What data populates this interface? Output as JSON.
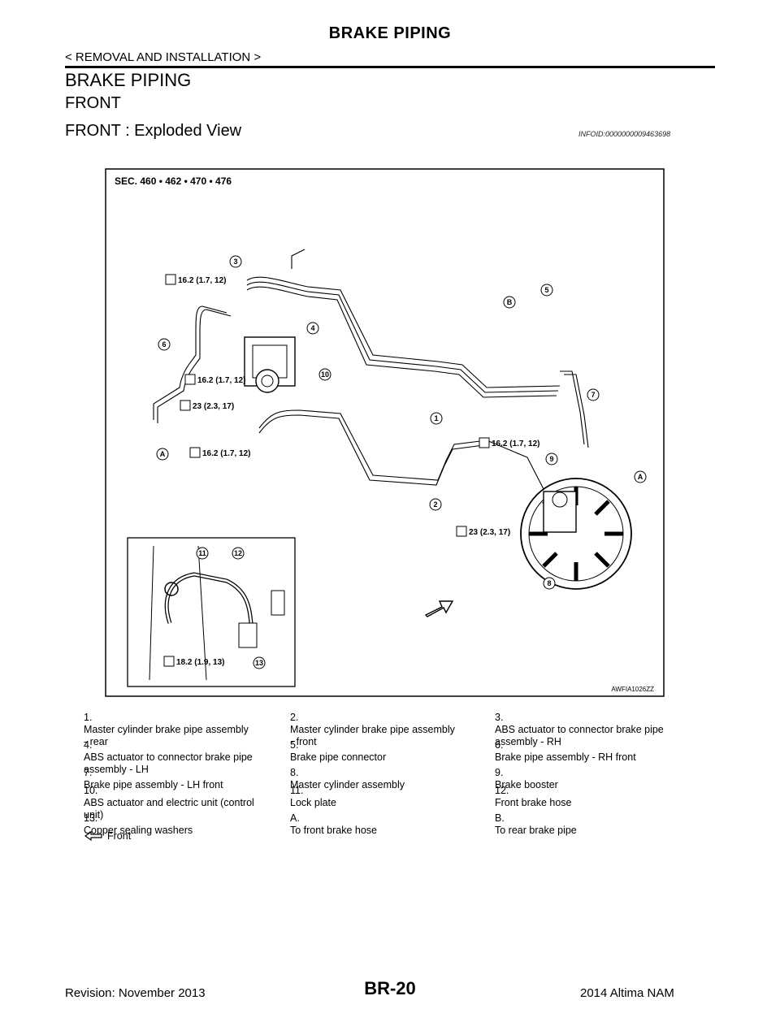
{
  "header": {
    "title": "BRAKE PIPING",
    "breadcrumb": "< REMOVAL AND INSTALLATION >"
  },
  "headings": {
    "h1": "BRAKE PIPING",
    "h2": "FRONT",
    "h3": "FRONT : Exploded View",
    "infoid": "INFOID:0000000009463698"
  },
  "figure": {
    "section": "SEC. 460 • 462 • 470 • 476",
    "code": "AWFIA1026ZZ",
    "torques": {
      "t1": "16.2 (1.7, 12)",
      "t2": "16.2 (1.7, 12)",
      "t3": "23 (2.3, 17)",
      "t4": "16.2 (1.7, 12)",
      "t5": "16.2 (1.7, 12)",
      "t6": "23 (2.3, 17)",
      "t7": "18.2 (1.9, 13)"
    },
    "callouts": [
      "1",
      "2",
      "3",
      "4",
      "5",
      "6",
      "7",
      "8",
      "9",
      "10",
      "11",
      "12",
      "13",
      "A",
      "A",
      "B"
    ]
  },
  "legend": [
    {
      "num": "1.",
      "text": "Master cylinder brake pipe assembly - rear"
    },
    {
      "num": "2.",
      "text": "Master cylinder brake pipe assembly - front"
    },
    {
      "num": "3.",
      "text": "ABS actuator to connector brake pipe assembly - RH"
    },
    {
      "num": "4.",
      "text": "ABS actuator to connector brake pipe assembly - LH"
    },
    {
      "num": "5.",
      "text": "Brake pipe connector"
    },
    {
      "num": "6.",
      "text": "Brake pipe assembly - RH front"
    },
    {
      "num": "7.",
      "text": "Brake pipe assembly - LH front"
    },
    {
      "num": "8.",
      "text": "Master cylinder assembly"
    },
    {
      "num": "9.",
      "text": "Brake booster"
    },
    {
      "num": "10.",
      "text": "ABS actuator and electric unit (control unit)"
    },
    {
      "num": "11.",
      "text": "Lock plate"
    },
    {
      "num": "12.",
      "text": "Front brake hose"
    },
    {
      "num": "13.",
      "text": "Copper sealing washers"
    },
    {
      "num": "A.",
      "text": "To front brake hose"
    },
    {
      "num": "B.",
      "text": "To rear brake pipe"
    }
  ],
  "front_label": "Front",
  "footer": {
    "revision": "Revision: November 2013",
    "page": "BR-20",
    "model": "2014 Altima NAM"
  }
}
